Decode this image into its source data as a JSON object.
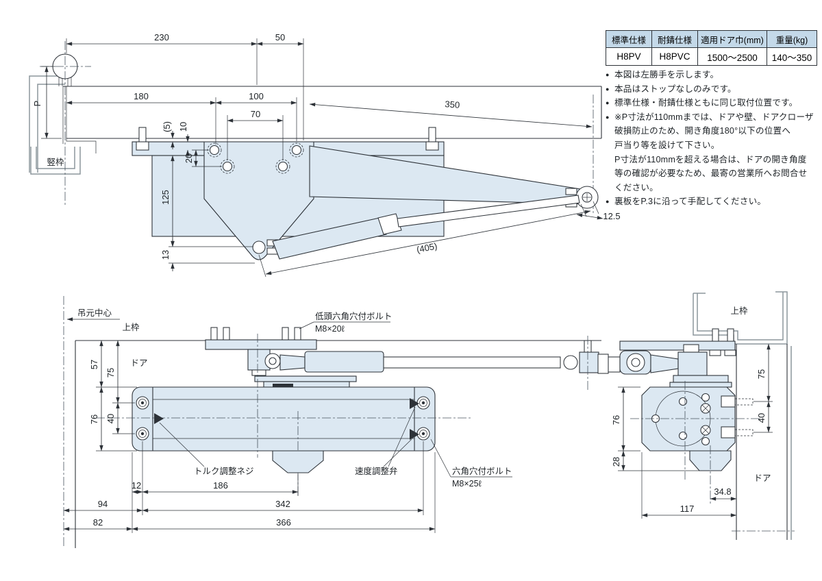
{
  "spec_table": {
    "headers": [
      "標準仕様",
      "耐錆仕様",
      "適用ドア巾(mm)",
      "重量(kg)"
    ],
    "values": [
      "H8PV",
      "H8PVC",
      "1500〜2500",
      "140〜350"
    ]
  },
  "notes": {
    "lines": [
      {
        "b": "●",
        "t": "本図は左勝手を示します。"
      },
      {
        "b": "●",
        "t": "本品はストップなしのみです。"
      },
      {
        "b": "●",
        "t": "標準仕様・耐錆仕様ともに同じ取付位置です。"
      },
      {
        "b": "●",
        "t": "※P寸法が110mmまでは、ドアや壁、ドアクローザ"
      },
      {
        "b": "",
        "t": "破損防止のため、開き角度180°以下の位置へ"
      },
      {
        "b": "",
        "t": "戸当り等を設けて下さい。"
      },
      {
        "b": "",
        "t": "P寸法が110mmを超える場合は、ドアの開き角度"
      },
      {
        "b": "",
        "t": "等の確認が必要なため、最寄の営業所へお問合せ"
      },
      {
        "b": "",
        "t": "ください。"
      },
      {
        "b": "●",
        "t": "裏板をP.3に沿って手配してください。"
      }
    ]
  },
  "top_view": {
    "dims": {
      "w230": "230",
      "w50": "50",
      "w180": "180",
      "w100": "100",
      "w70": "70",
      "w350": "350",
      "g5": "(5)",
      "g10": "10",
      "g20": "20",
      "h125": "125",
      "h13": "13",
      "a405": "(405)",
      "e125": "12.5",
      "p": "P"
    },
    "labels": {
      "frame": "竪枠"
    }
  },
  "front_view": {
    "dims": {
      "h57": "57",
      "h75": "75",
      "h76": "76",
      "h40": "40",
      "w12": "12",
      "w186": "186",
      "w94": "94",
      "w342": "342",
      "w82": "82",
      "w366": "366"
    },
    "labels": {
      "center": "吊元中心",
      "frame_top": "上枠",
      "door": "ドア",
      "bolt_low": "低頭六角穴付ボルト",
      "bolt_low_size": "M8×20ℓ",
      "torque": "トルク調整ネジ",
      "speed": "速度調整弁",
      "bolt_hex": "六角穴付ボルト",
      "bolt_hex_size": "M8×25ℓ"
    }
  },
  "side_view": {
    "dims": {
      "h75": "75",
      "h40": "40",
      "h76": "76",
      "h28": "28",
      "w348": "34.8",
      "w117": "117"
    },
    "labels": {
      "frame_top": "上枠",
      "door": "ドア"
    }
  }
}
